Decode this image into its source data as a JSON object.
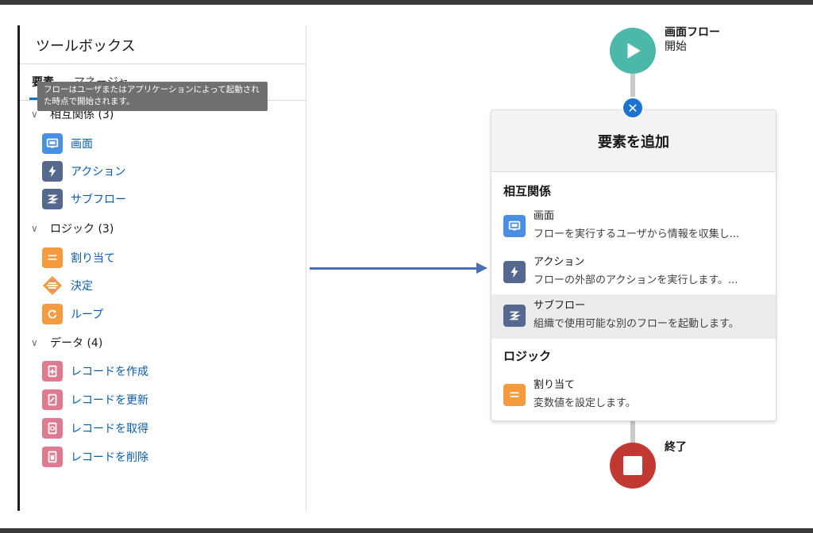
{
  "toolbox": {
    "title": "ツールボックス",
    "tabs": [
      {
        "label": "要素"
      },
      {
        "label": "マネージャ"
      }
    ],
    "tooltip": "フローはユーザまたはアプリケーションによって起動された時点で開始されます。",
    "groups": [
      {
        "header": "相互関係 (3)",
        "items": [
          {
            "label": "画面",
            "icon": "screen-icon",
            "color": "#4a90e2"
          },
          {
            "label": "アクション",
            "icon": "lightning-icon",
            "color": "#54698d"
          },
          {
            "label": "サブフロー",
            "icon": "subflow-icon",
            "color": "#54698d"
          }
        ]
      },
      {
        "header": "ロジック (3)",
        "items": [
          {
            "label": "割り当て",
            "icon": "assignment-icon",
            "color": "#f49b40"
          },
          {
            "label": "決定",
            "icon": "decision-icon",
            "color": "#f49b40"
          },
          {
            "label": "ループ",
            "icon": "loop-icon",
            "color": "#f49b40"
          }
        ]
      },
      {
        "header": "データ (4)",
        "items": [
          {
            "label": "レコードを作成",
            "icon": "record-create-icon",
            "color": "#e07a8f"
          },
          {
            "label": "レコードを更新",
            "icon": "record-update-icon",
            "color": "#e07a8f"
          },
          {
            "label": "レコードを取得",
            "icon": "record-get-icon",
            "color": "#e07a8f"
          },
          {
            "label": "レコードを削除",
            "icon": "record-delete-icon",
            "color": "#e07a8f"
          }
        ]
      }
    ]
  },
  "flow": {
    "start": {
      "title": "画面フロー",
      "subtitle": "開始",
      "color": "#4bb8a9"
    },
    "end": {
      "label": "終了",
      "color": "#c23934"
    }
  },
  "add_panel": {
    "title": "要素を追加",
    "sections": [
      {
        "title": "相互関係",
        "items": [
          {
            "title": "画面",
            "desc": "フローを実行するユーザから情報を収集し...",
            "icon": "screen-icon",
            "color": "#4a90e2"
          },
          {
            "title": "アクション",
            "desc": "フローの外部のアクションを実行します。...",
            "icon": "lightning-icon",
            "color": "#54698d"
          },
          {
            "title": "サブフロー",
            "desc": "組織で使用可能な別のフローを起動します。",
            "icon": "subflow-icon",
            "color": "#54698d"
          }
        ]
      },
      {
        "title": "ロジック",
        "items": [
          {
            "title": "割り当て",
            "desc": "変数値を設定します。",
            "icon": "assignment-icon",
            "color": "#f49b40"
          }
        ]
      }
    ]
  }
}
